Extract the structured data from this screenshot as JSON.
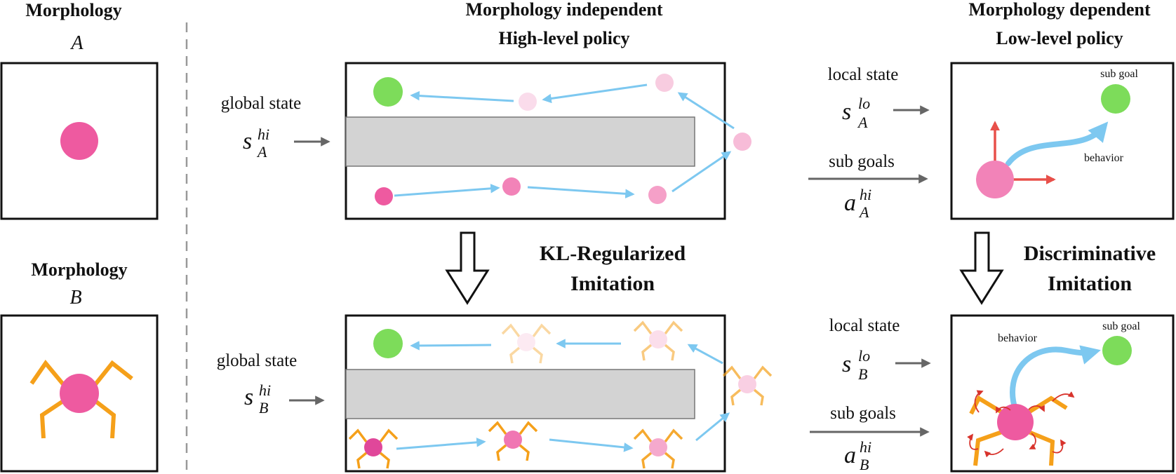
{
  "colors": {
    "agent": "#ee5aa0",
    "goal": "#7ddc5a",
    "path": "#7dc8f0",
    "leg": "#f5a01a",
    "velocity": "#e8504a",
    "wall": "#d3d3d3"
  },
  "left": {
    "morph_a_title": "Morphology",
    "morph_a_var": "A",
    "morph_b_title": "Morphology",
    "morph_b_var": "B"
  },
  "high_level": {
    "title_line1": "Morphology independent",
    "title_line2": "High-level policy",
    "global_state_a": "global state",
    "global_state_b": "global state",
    "s": "s",
    "sup": "hi",
    "sub_a": "A",
    "sub_b": "B"
  },
  "low_level": {
    "title_line1": "Morphology dependent",
    "title_line2": "Low-level policy",
    "local_state_a": "local state",
    "local_state_b": "local state",
    "sub_goals_a": "sub goals",
    "sub_goals_b": "sub goals",
    "s": "s",
    "a": "a",
    "sup_lo": "lo",
    "sup_hi": "hi",
    "sub_a": "A",
    "sub_b": "B",
    "sub_goal_label_a": "sub goal",
    "behavior_label_a": "behavior",
    "sub_goal_label_b": "sub goal",
    "behavior_label_b": "behavior"
  },
  "transfer": {
    "kl_line1": "KL-Regularized",
    "kl_line2": "Imitation",
    "disc_line1": "Discriminative",
    "disc_line2": "Imitation"
  }
}
